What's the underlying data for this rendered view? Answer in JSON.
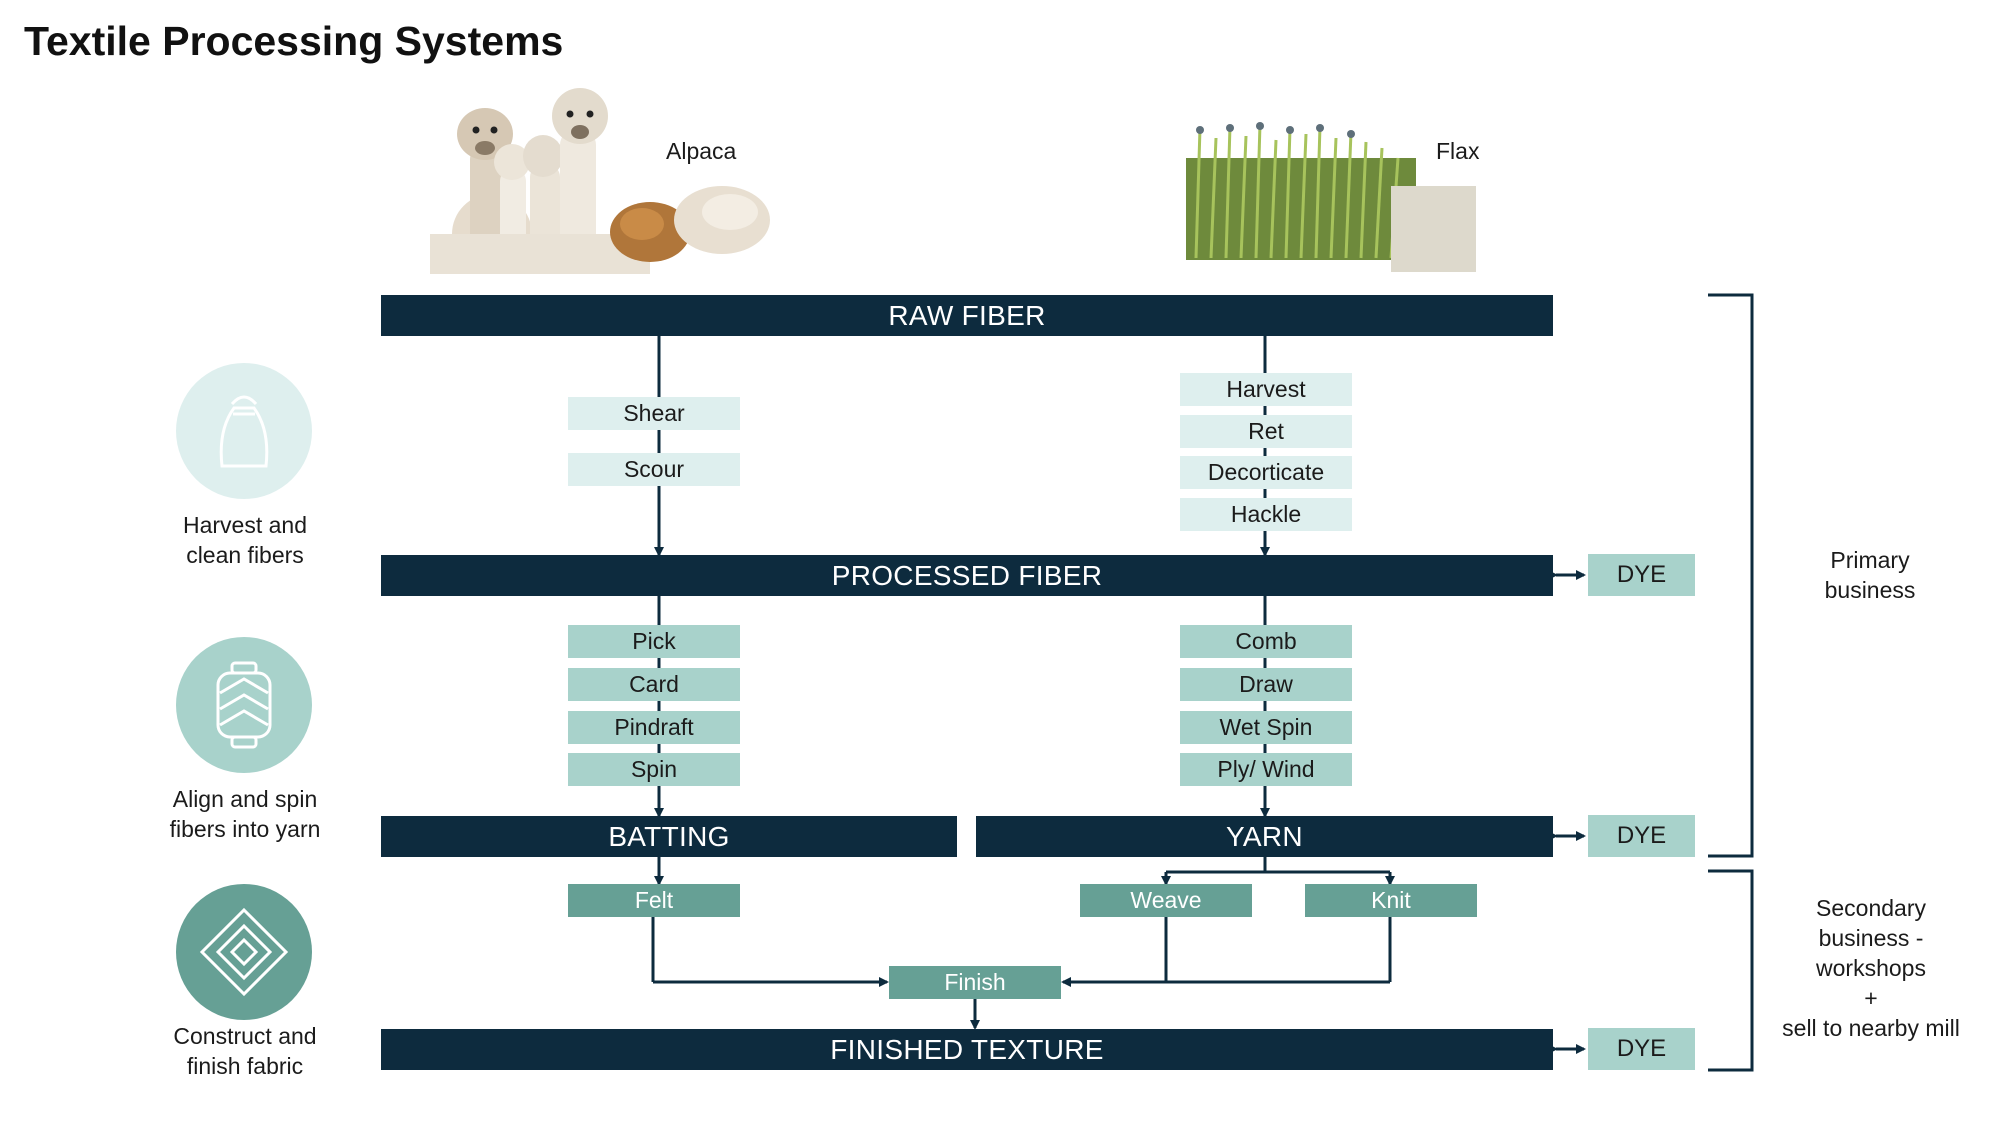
{
  "title": "Textile Processing Systems",
  "photos": {
    "alpaca_label": "Alpaca",
    "flax_label": "Flax"
  },
  "bars": {
    "raw_fiber": "RAW FIBER",
    "processed_fiber": "PROCESSED FIBER",
    "batting": "BATTING",
    "yarn": "YARN",
    "finished_texture": "FINISHED TEXTURE"
  },
  "alpaca_clean_steps": [
    "Shear",
    "Scour"
  ],
  "flax_clean_steps": [
    "Harvest",
    "Ret",
    "Decorticate",
    "Hackle"
  ],
  "alpaca_spin_steps": [
    "Pick",
    "Card",
    "Pindraft",
    "Spin"
  ],
  "flax_spin_steps": [
    "Comb",
    "Draw",
    "Wet Spin",
    "Ply/ Wind"
  ],
  "construct_steps": {
    "felt": "Felt",
    "weave": "Weave",
    "knit": "Knit",
    "finish": "Finish"
  },
  "dye_label": "DYE",
  "stages": [
    {
      "icon": "sack-icon",
      "caption_line1": "Harvest and",
      "caption_line2": "clean fibers"
    },
    {
      "icon": "yarn-spool-icon",
      "caption_line1": "Align and spin",
      "caption_line2": "fibers into yarn"
    },
    {
      "icon": "woven-diamond-icon",
      "caption_line1": "Construct and",
      "caption_line2": "finish fabric"
    }
  ],
  "business": {
    "primary_line1": "Primary",
    "primary_line2": "business",
    "secondary_line1": "Secondary",
    "secondary_line2": "business -",
    "secondary_line3": "workshops",
    "secondary_line4": "+",
    "secondary_line5": "sell to nearby mill"
  },
  "colors": {
    "dark_navy": "#0d2b3e",
    "light_teal": "#deefee",
    "mid_teal": "#a8d2cb",
    "dark_teal": "#66a095"
  }
}
